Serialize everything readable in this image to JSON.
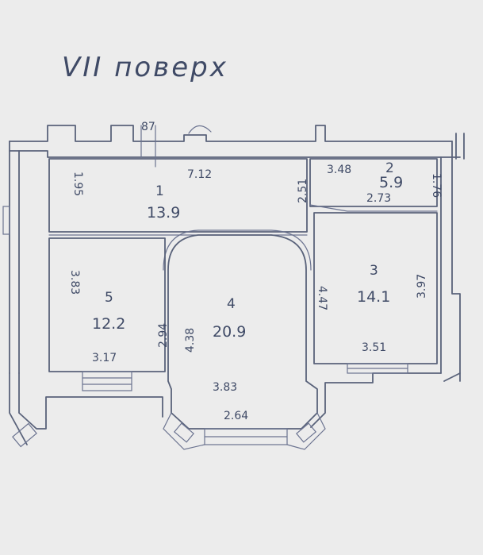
{
  "header": {
    "floor_title": "VII поверх",
    "top_dim": "87"
  },
  "rooms": [
    {
      "number": "1",
      "area": "13.9",
      "dims": [
        "7.12",
        "1.95",
        "2.51"
      ]
    },
    {
      "number": "2",
      "area": "5.9",
      "dims": [
        "3.48",
        "2.73",
        "1.76"
      ]
    },
    {
      "number": "3",
      "area": "14.1",
      "dims": [
        "4.47",
        "3.97",
        "3.51"
      ]
    },
    {
      "number": "4",
      "area": "20.9",
      "dims": [
        "4.38",
        "3.83",
        "2.64"
      ]
    },
    {
      "number": "5",
      "area": "12.2",
      "dims": [
        "3.83",
        "2.94",
        "3.17"
      ]
    }
  ],
  "colors": {
    "paper": "#ececec",
    "ink": "#3f4a66",
    "wall": "#59627a"
  }
}
